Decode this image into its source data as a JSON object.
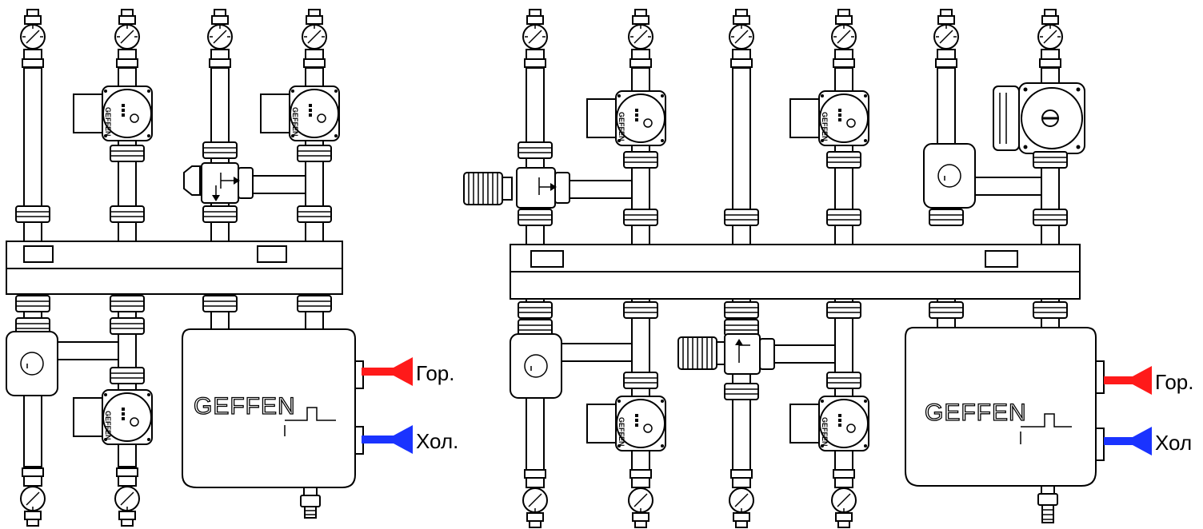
{
  "diagrams": [
    {
      "brand": "GEFFEN",
      "pump_brand": "GEFFEN",
      "inlet_hot_label": "Гор.",
      "inlet_cold_label": "Хол."
    },
    {
      "brand": "GEFFEN",
      "pump_brand": "GEFFEN",
      "inlet_hot_label": "Гор.",
      "inlet_cold_label": "Хол"
    }
  ],
  "colors": {
    "hot_arrow": "#ff1a1a",
    "cold_arrow": "#1a33ff",
    "outline": "#000000"
  },
  "icons": [
    "valve-handle-icon",
    "circulation-pump-icon",
    "mixing-valve-icon",
    "thermostatic-head-icon",
    "hydraulic-separator-icon",
    "drain-fitting-icon",
    "hot-inlet-arrow-icon",
    "cold-inlet-arrow-icon"
  ]
}
